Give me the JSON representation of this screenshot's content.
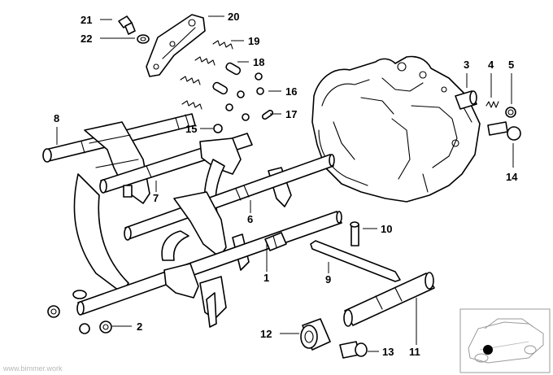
{
  "callouts": {
    "c1": "1",
    "c2": "2",
    "c3": "3",
    "c4": "4",
    "c5": "5",
    "c6": "6",
    "c7": "7",
    "c8": "8",
    "c9": "9",
    "c10": "10",
    "c11": "11",
    "c12": "12",
    "c13": "13",
    "c14": "14",
    "c15": "15",
    "c16": "16",
    "c17": "17",
    "c18": "18",
    "c19": "19",
    "c20": "20",
    "c21": "21",
    "c22": "22"
  },
  "watermark": "www.bimmer.work",
  "thumbnail": {
    "marker_color": "#000000",
    "icon": "car-location-icon"
  }
}
